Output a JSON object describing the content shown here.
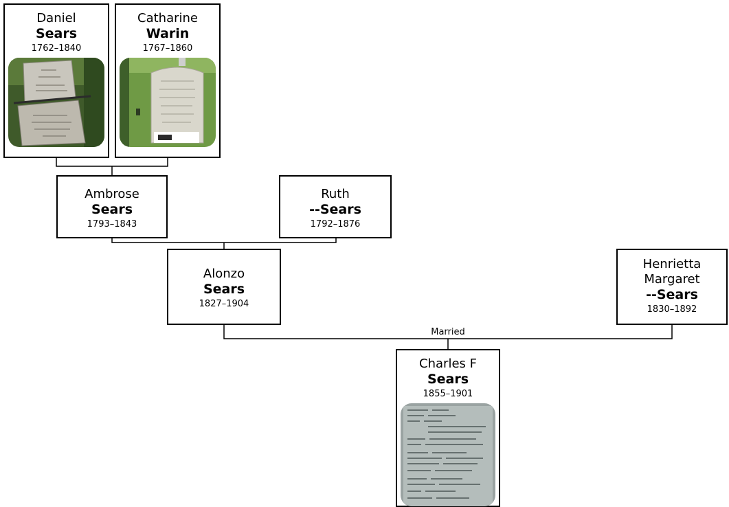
{
  "people": {
    "daniel": {
      "given": "Daniel",
      "surname": "Sears",
      "years": "1762–1840",
      "photo": "headstone"
    },
    "catharine": {
      "given": "Catharine",
      "surname": "Warin",
      "years": "1767–1860",
      "photo": "headstone"
    },
    "ambrose": {
      "given": "Ambrose",
      "surname": "Sears",
      "years": "1793–1843"
    },
    "ruth": {
      "given": "Ruth",
      "surname": "--Sears",
      "years": "1792–1876"
    },
    "alonzo": {
      "given": "Alonzo",
      "surname": "Sears",
      "years": "1827–1904"
    },
    "henrietta": {
      "given": "Henrietta",
      "given2": "Margaret",
      "surname": "--Sears",
      "years": "1830–1892"
    },
    "charles": {
      "given": "Charles F",
      "surname": "Sears",
      "years": "1855–1901",
      "photo": "record"
    }
  },
  "relationships": {
    "married_label": "Married"
  },
  "colors": {
    "border": "#000000",
    "background": "#ffffff"
  }
}
